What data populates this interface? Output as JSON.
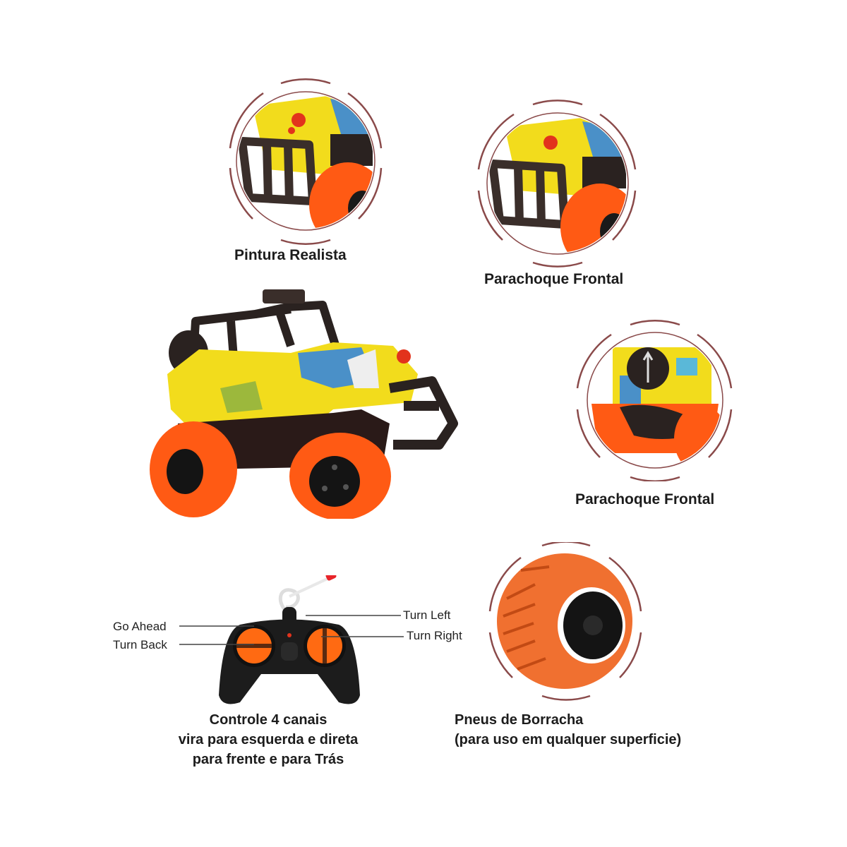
{
  "features": [
    {
      "id": "paint",
      "caption": "Pintura Realista"
    },
    {
      "id": "bumper-top",
      "caption": "Parachoque Frontal"
    },
    {
      "id": "bumper-side",
      "caption": "Parachoque Frontal"
    }
  ],
  "controller": {
    "labels": {
      "go_ahead": "Go Ahead",
      "turn_back": "Turn Back",
      "turn_left": "Turn Left",
      "turn_right": "Turn Right"
    },
    "description": [
      "Controle 4 canais",
      "vira para esquerda e direta",
      "para frente e para Trás"
    ]
  },
  "tires": {
    "description": [
      "Pneus de Borracha",
      "(para uso em qualquer superficie)"
    ]
  },
  "colors": {
    "tire_orange": "#ff5a14",
    "body_yellow": "#f2dc1c",
    "frame_dark": "#2a2220",
    "ring": "#8a4a4a"
  }
}
